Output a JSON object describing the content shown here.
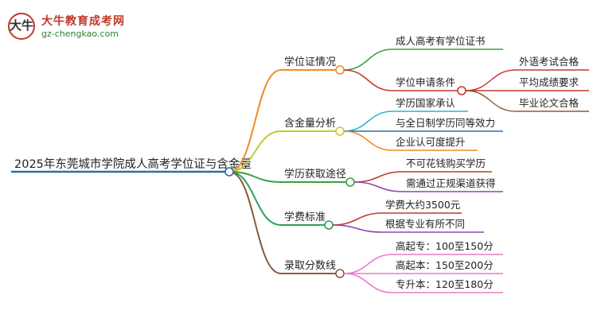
{
  "logo": {
    "mark": "大牛",
    "title": "大牛教育成考网",
    "url": "gz-chengkao.com"
  },
  "root": "2025年东莞城市学院成人高考学位证与含金量",
  "branches": [
    {
      "label": "学位证情况",
      "color": "#f08c28",
      "children": [
        {
          "label": "成人高考有学位证书",
          "children": []
        },
        {
          "label": "学位申请条件",
          "children": [
            {
              "label": "外语考试合格"
            },
            {
              "label": "平均成绩要求"
            },
            {
              "label": "毕业论文合格"
            }
          ]
        }
      ]
    },
    {
      "label": "含金量分析",
      "color": "#c8c832",
      "children": [
        {
          "label": "学历国家承认"
        },
        {
          "label": "与全日制学历同等效力"
        },
        {
          "label": "企业认可度提升"
        }
      ]
    },
    {
      "label": "学历获取途径",
      "color": "#3ca03c",
      "children": [
        {
          "label": "不可花钱购买学历"
        },
        {
          "label": "需通过正规渠道获得"
        }
      ]
    },
    {
      "label": "学费标准",
      "color": "#2e9e5a",
      "children": [
        {
          "label": "学费大约3500元"
        },
        {
          "label": "根据专业有所不同"
        }
      ]
    },
    {
      "label": "录取分数线",
      "color": "#8b5a3c",
      "children": [
        {
          "label": "高起专：100至150分"
        },
        {
          "label": "高起本：150至200分"
        },
        {
          "label": "专升本：120至180分"
        }
      ]
    }
  ],
  "colors": {
    "root": "#2a6db0",
    "degree_child_1": "#3ca03c",
    "degree_child_2": "#c0392b",
    "degree_leaf_1": "#c0392b",
    "degree_leaf_2": "#c0392b",
    "degree_leaf_3": "#8b5a3c",
    "value_1": "#2bb5c8",
    "value_2": "#2a6db0",
    "value_3": "#f08c28",
    "path_1": "#c0392b",
    "path_2": "#8e44ad",
    "fee_1": "#c0392b",
    "fee_2": "#8e44ad",
    "score": "#e87cc8"
  }
}
